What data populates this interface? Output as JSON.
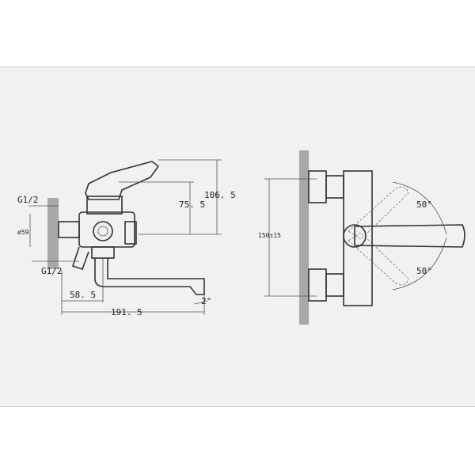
{
  "left_view": {
    "thread_top": "G1/2",
    "thread_bottom": "G1/2",
    "dim_diameter": "ø59",
    "dim_height_total": "106. 5",
    "dim_height_lever": "75. 5",
    "dim_spout_offset": "58. 5",
    "dim_spout_length": "191. 5",
    "angle_spout": "2°"
  },
  "right_view": {
    "dim_centers": "150±15",
    "angle_up": "50°",
    "angle_down": "50°"
  }
}
